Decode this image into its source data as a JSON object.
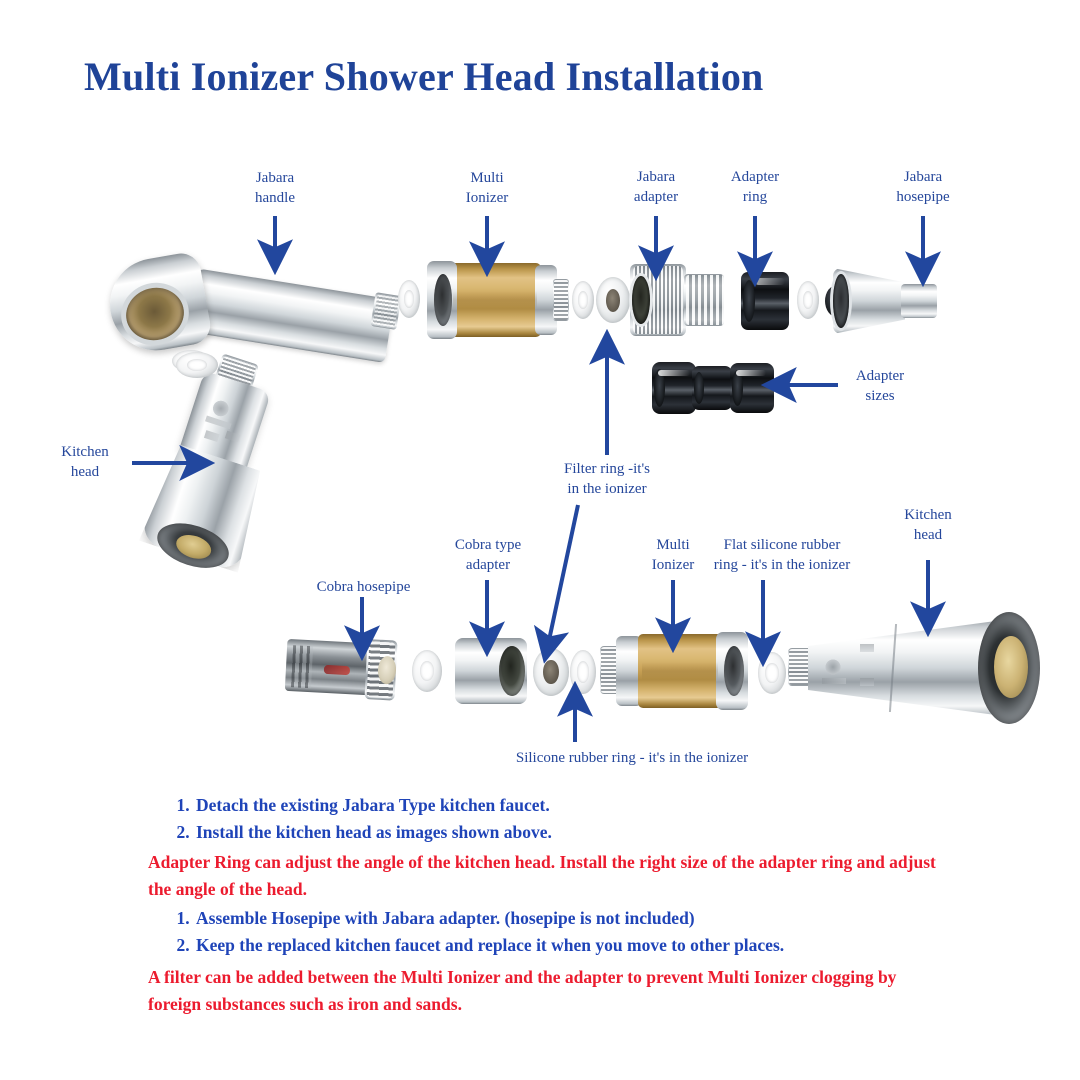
{
  "title": "Multi Ionizer Shower Head\nInstallation",
  "colors": {
    "title_blue": "#1f4398",
    "label_blue": "#25479b",
    "arrow_blue": "#22479e",
    "step_blue": "#1f44b8",
    "note_red": "#ec1b2e",
    "background": "#ffffff",
    "brass": "#c9a257",
    "chrome": "#d8dde0",
    "black_part": "#1b1d22"
  },
  "labels": {
    "jabara_handle": "Jabara\nhandle",
    "multi_ionizer_top": "Multi\nIonizer",
    "jabara_adapter": "Jabara\nadapter",
    "adapter_ring": "Adapter\nring",
    "jabara_hosepipe": "Jabara\nhosepipe",
    "kitchen_head_left": "Kitchen\nhead",
    "adapter_sizes": "Adapter\nsizes",
    "filter_ring": "Filter ring -it's\nin the ionizer",
    "cobra_hosepipe": "Cobra hosepipe",
    "cobra_type_adapter": "Cobra type\nadapter",
    "multi_ionizer_bottom": "Multi\nIonizer",
    "flat_silicone_rubber_ring": "Flat silicone rubber\nring - it's in the ionizer",
    "kitchen_head_right": "Kitchen\nhead",
    "silicone_rubber_ring": "Silicone rubber ring - it's in the ionizer"
  },
  "instructions": {
    "group_one": [
      "Detach the existing Jabara Type kitchen faucet.",
      "Install the kitchen head as images shown above."
    ],
    "note_one": "Adapter Ring can adjust the angle of the kitchen head. Install the right size of the adapter ring and adjust the angle of the head.",
    "group_two": [
      "Assemble Hosepipe with Jabara adapter. (hosepipe is not included)",
      "Keep the replaced kitchen faucet and replace it when you move to other places."
    ],
    "note_two": "A filter can be added between the Multi Ionizer and the adapter to prevent Multi Ionizer clogging by foreign substances such as iron and sands."
  }
}
